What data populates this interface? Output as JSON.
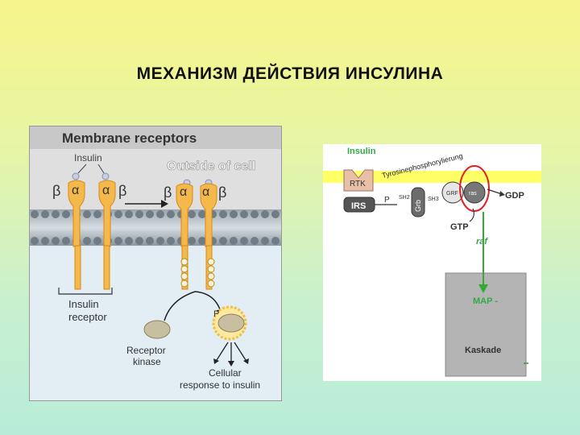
{
  "slide": {
    "title": "МЕХАНИЗМ ДЕЙСТВИЯ ИНСУЛИНА"
  },
  "left_diagram": {
    "header": "Membrane receptors",
    "insulin_label": "Insulin",
    "outside_label": "Outside of cell",
    "alpha": "α",
    "beta": "β",
    "receptor_label_1": "Insulin",
    "receptor_label_2": "receptor",
    "p": "P",
    "receptor_kinase_1": "Receptor",
    "receptor_kinase_2": "kinase",
    "response_1": "Cellular",
    "response_2": "response to insulin",
    "colors": {
      "header_bg": "#c8c8c8",
      "receptor": "#f5b84a",
      "membrane": "#7d8a94",
      "cytoplasm": "#dcecf2"
    }
  },
  "right_diagram": {
    "insulin": "Insulin",
    "rtk": "RTK",
    "tyrosine": "Tyrosinephosphorylierung",
    "irs": "IRS",
    "p": "P",
    "sh2_a": "SH2",
    "grb": "Grb",
    "sh3": "SH3",
    "grf": "GRF",
    "ras": "ras",
    "gdp": "GDP",
    "gtp": "GTP",
    "raf": "raf",
    "map": "MAP -",
    "kaskade": "Kaskade",
    "colors": {
      "membrane": "#ffff66",
      "kaskade_bg": "#b4b4b4",
      "arrow": "#33aa33",
      "highlight": "#e02020"
    }
  }
}
